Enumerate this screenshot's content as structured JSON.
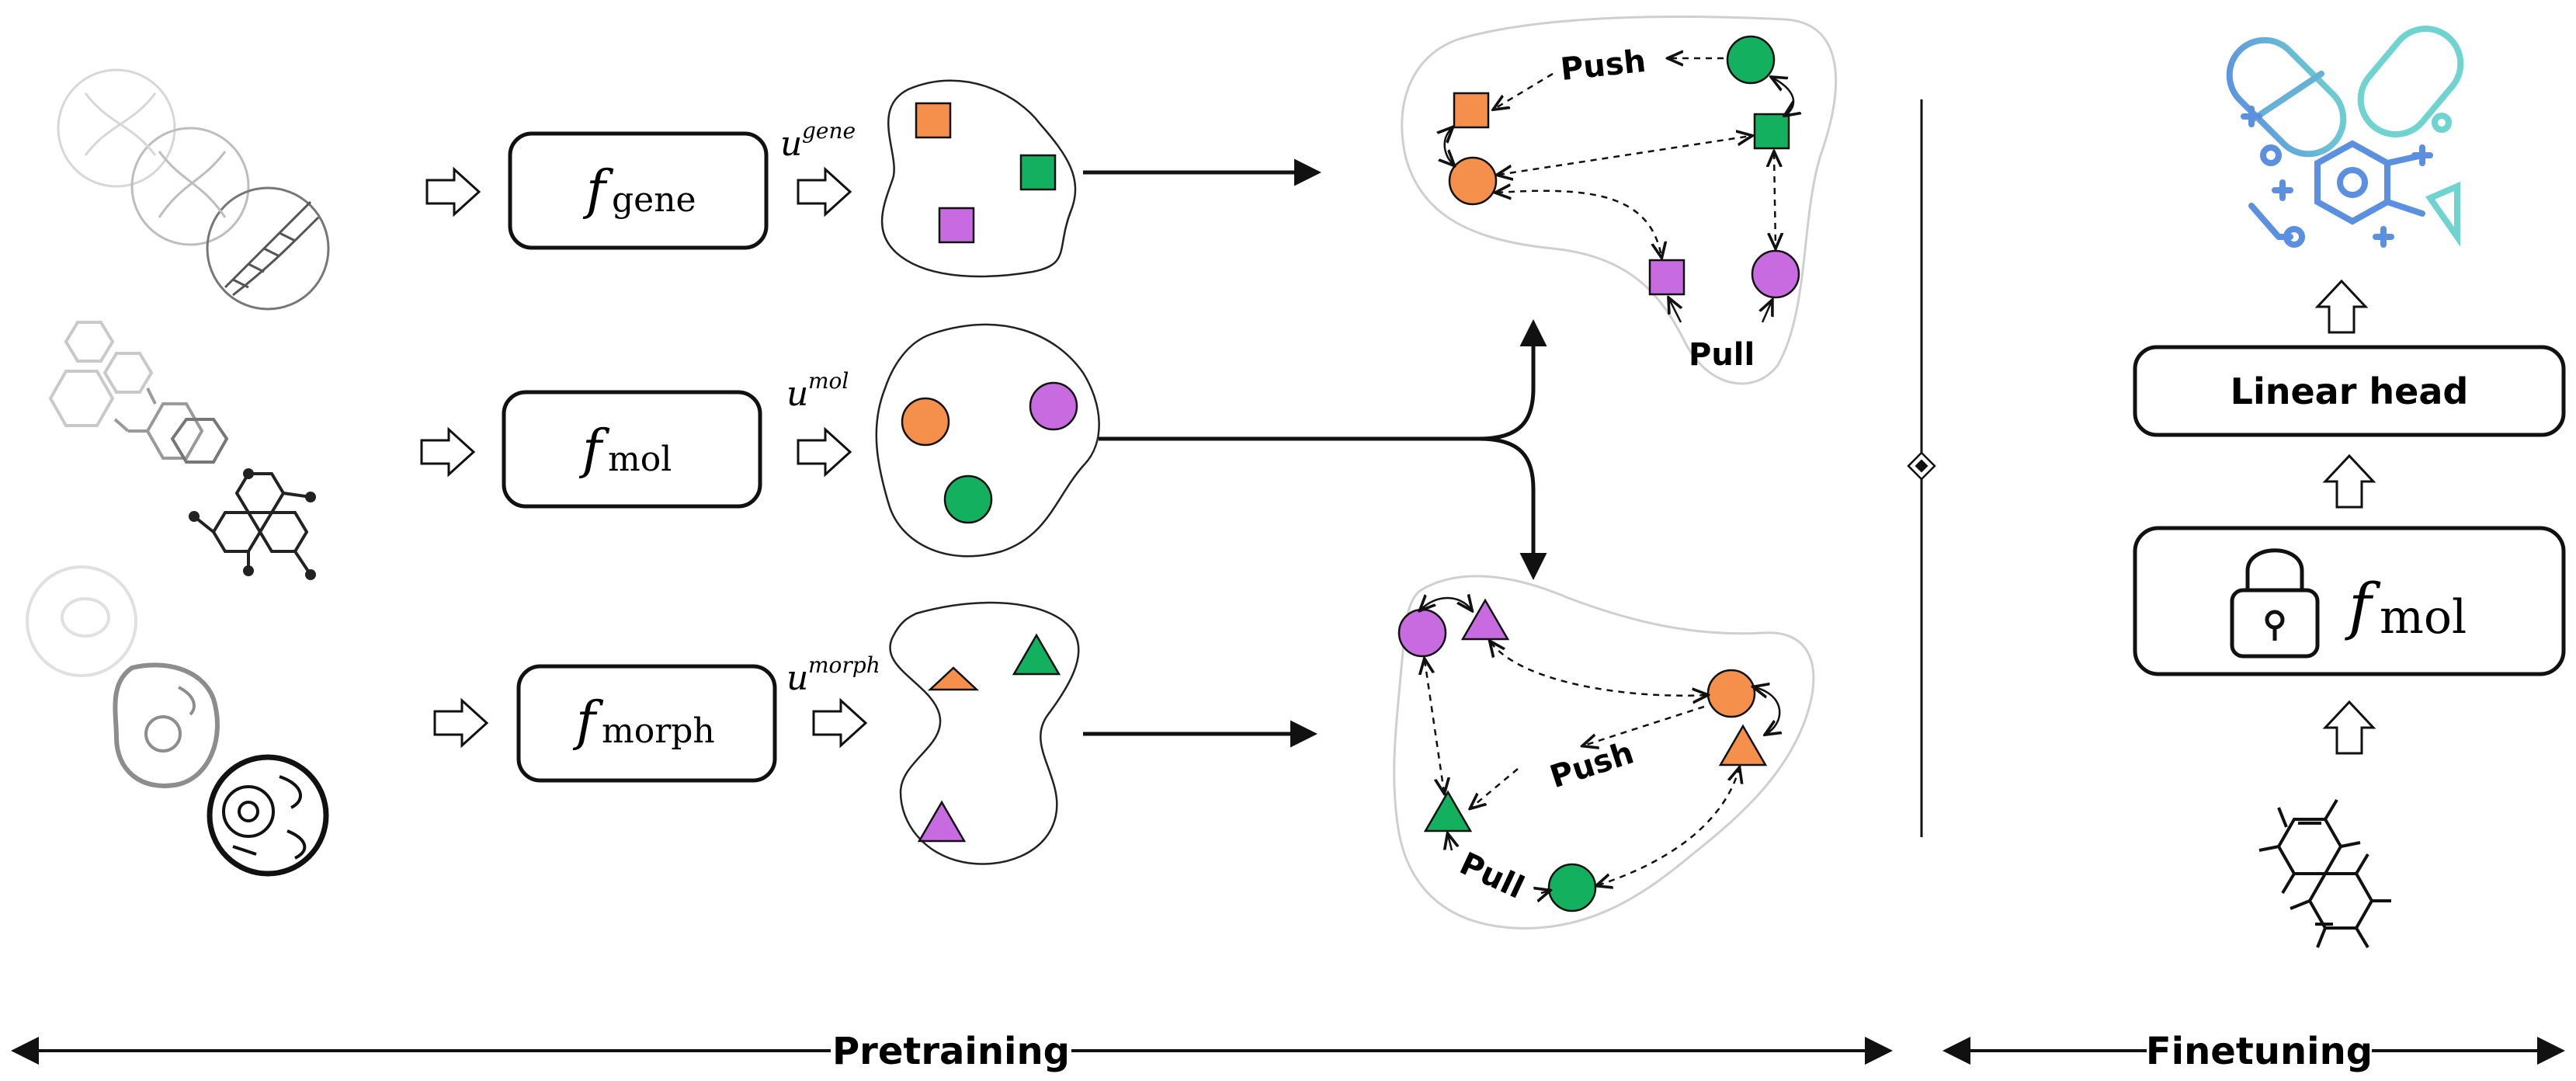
{
  "encoders": [
    {
      "symbol": "f",
      "subscript": "gene"
    },
    {
      "symbol": "f",
      "subscript": "mol"
    },
    {
      "symbol": "f",
      "subscript": "morph"
    }
  ],
  "embeddings": [
    {
      "symbol": "u",
      "superscript": "gene"
    },
    {
      "symbol": "u",
      "superscript": "mol"
    },
    {
      "symbol": "u",
      "superscript": "morph"
    }
  ],
  "labels": {
    "push": "Push",
    "pull": "Pull",
    "linear_head": "Linear head",
    "pretraining": "Pretraining",
    "finetuning": "Finetuning"
  },
  "finetune_encoder": {
    "symbol": "f",
    "subscript": "mol"
  },
  "colors": {
    "orange": "#F58F4C",
    "green": "#13B15F",
    "purple": "#C96BE0",
    "line": "#111111",
    "cloud": "#cfcfcf",
    "icon_gray": "#bdbdbd",
    "icon_blue": "#5b8fe0",
    "icon_teal": "#6fd3cf"
  },
  "icons": [
    "dna-icon",
    "molecule-icon",
    "cell-icon",
    "lock-icon",
    "drug-capsule-icon",
    "naphthalene-icon"
  ]
}
